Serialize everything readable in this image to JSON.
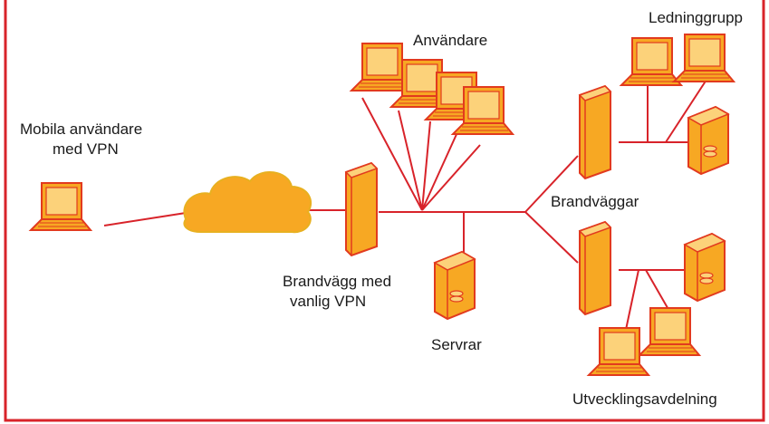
{
  "labels": {
    "mobile_line1": "Mobila användare",
    "mobile_line2": "med VPN",
    "users": "Användare",
    "management": "Ledninggrupp",
    "firewalls": "Brandväggar",
    "fw_vpn_line1": "Brandvägg med",
    "fw_vpn_line2": "vanlig VPN",
    "servers": "Servrar",
    "development": "Utvecklingsavdelning"
  },
  "colors": {
    "frame": "#d8232a",
    "link": "#d8232a",
    "device_fill": "#f7a823",
    "device_light": "#fcd27a",
    "device_stroke": "#e23a1e"
  },
  "icons": [
    "cloud-icon",
    "laptop-icon",
    "firewall-icon",
    "server-icon"
  ]
}
